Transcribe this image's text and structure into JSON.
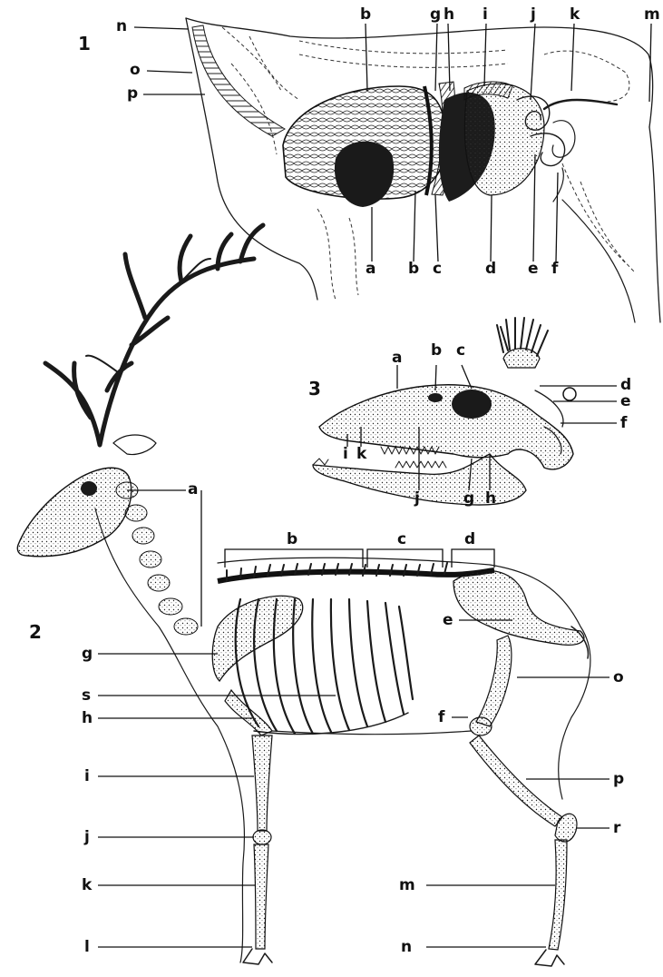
{
  "figures": [
    {
      "number": "1",
      "labels": [
        "n",
        "o",
        "p",
        "b",
        "g",
        "h",
        "i",
        "j",
        "k",
        "m",
        "a",
        "b",
        "c",
        "d",
        "e",
        "f"
      ]
    },
    {
      "number": "2",
      "labels": [
        "a",
        "b",
        "c",
        "d",
        "e",
        "g",
        "s",
        "h",
        "f",
        "o",
        "i",
        "p",
        "j",
        "r",
        "k",
        "m",
        "l",
        "n"
      ]
    },
    {
      "number": "3",
      "labels": [
        "a",
        "b",
        "c",
        "d",
        "e",
        "f",
        "i",
        "k",
        "j",
        "g",
        "h"
      ]
    }
  ],
  "colors": {
    "ink": "#1a1a1a",
    "paper": "#ffffff"
  }
}
